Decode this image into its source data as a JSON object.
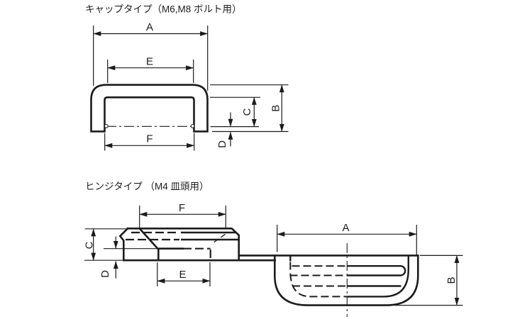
{
  "page": {
    "background": "#ffffff",
    "ink": "#1c1c1c"
  },
  "cap_type": {
    "title": "キャップタイプ（M6,M8 ボルト用）",
    "dims": {
      "outer_width": "A",
      "outer_height": "B",
      "inner_height": "C",
      "lip_height": "D",
      "top_opening_width": "E",
      "bottom_opening_width": "F"
    }
  },
  "hinge_type": {
    "title": "ヒンジタイプ （M4 皿頭用）",
    "base_view_dims": {
      "top_width": "F",
      "height": "C",
      "lip_height": "D",
      "slot_width": "E"
    },
    "cap_view_dims": {
      "width": "A",
      "height": "B"
    }
  }
}
